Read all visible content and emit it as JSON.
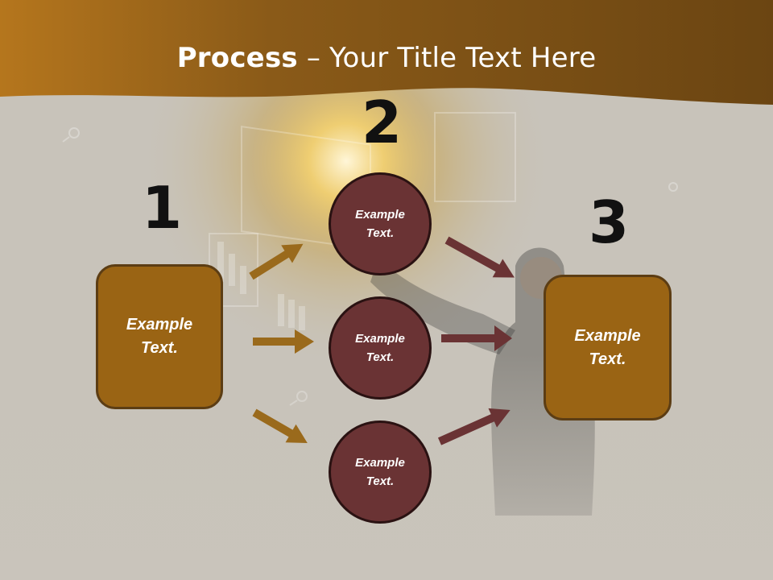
{
  "slide": {
    "title_bold": "Process",
    "title_rest": " – Your Title Text Here",
    "colors": {
      "header_band": "#7a5214",
      "box_fill": "#9a6414",
      "box_border": "#5c3d14",
      "circle_fill": "#6a3334",
      "circle_border": "#2a1212",
      "arrow_gold": "#9a6a1c",
      "arrow_maroon": "#6a3334"
    }
  },
  "step_numbers": [
    "1",
    "2",
    "3"
  ],
  "left_box": {
    "line1": "Example",
    "line2": "Text."
  },
  "circles": [
    {
      "line1": "Example",
      "line2": "Text."
    },
    {
      "line1": "Example",
      "line2": "Text."
    },
    {
      "line1": "Example",
      "line2": "Text."
    }
  ],
  "right_box": {
    "line1": "Example",
    "line2": "Text."
  }
}
